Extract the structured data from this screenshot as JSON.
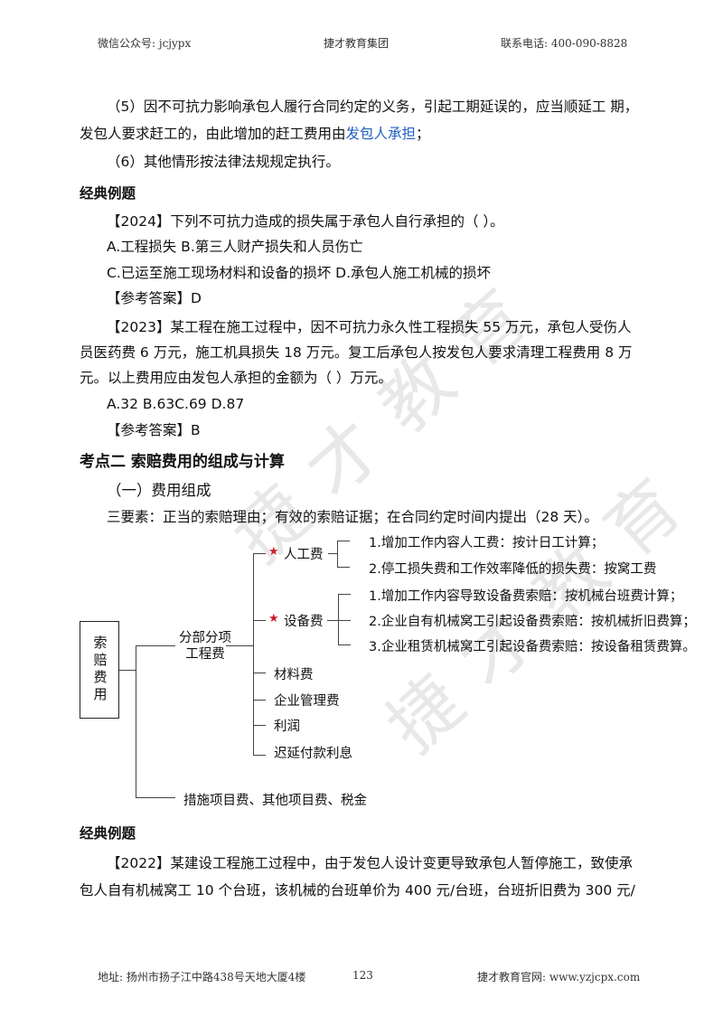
{
  "header": {
    "left": "微信公众号: jcjypx",
    "center": "捷才教育集团",
    "right": "联系电话: 400-090-8828"
  },
  "content": {
    "item5_line1": "（5）因不可抗力影响承包人履行合同约定的义务，引起工期延误的，应当顺延工 期，",
    "item5_line2_a": "发包人要求赶工的，由此增加的赶工费用由",
    "item5_line2_link": "发包人承担",
    "item5_line2_b": "；",
    "item6": "（6）其他情形按法律法规规定执行。",
    "example_heading_1": "经典例题",
    "q2024": "【2024】下列不可抗力造成的损失属于承包人自行承担的（ ）。",
    "q2024_opt_ab": "A.工程损失  B.第三人财产损失和人员伤亡",
    "q2024_opt_cd": "C.已运至施工现场材料和设备的损坏  D.承包人施工机械的损坏",
    "q2024_answer": "【参考答案】D",
    "q2023_line1": "【2023】某工程在施工过程中，因不可抗力永久性工程损失 55 万元，承包人受伤人",
    "q2023_line2": "员医药费 6 万元，施工机具损失 18 万元。复工后承包人按发包人要求清理工程费用 8 万",
    "q2023_line3": "元。以上费用应由发包人承担的金额为（   ）万元。",
    "q2023_options": "A.32 B.63C.69 D.87",
    "q2023_answer": "【参考答案】B",
    "section_title": "考点二  索赔费用的组成与计算",
    "subsection": "（一）费用组成",
    "three_elements": "三要素：正当的索赔理由；有效的索赔证据；在合同约定时间内提出（28 天）。",
    "example_heading_2": "经典例题",
    "q2022_line1": "【2022】某建设工程施工过程中，由于发包人设计变更导致承包人暂停施工，致使承",
    "q2022_line2": "包人自有机械窝工 10 个台班，该机械的台班单价为 400 元/台班，台班折旧费为 300 元/"
  },
  "diagram": {
    "root": "索赔费用",
    "branch_main": "分部分项\n工程费",
    "labor_label": "人工费",
    "labor_items": [
      "1.增加工作内容人工费：按计日工计算；",
      "2.停工损失费和工作效率降低的损失费：按窝工费"
    ],
    "equipment_label": "设备费",
    "equipment_items": [
      "1.增加工作内容导致设备费索赔：按机械台班费计算；",
      "2.企业自有机械窝工引起设备费索赔：按机械折旧费算；",
      "3.企业租赁机械窝工引起设备费索赔：按设备租赁费算。"
    ],
    "other_items": [
      "材料费",
      "企业管理费",
      "利润",
      "迟延付款利息"
    ],
    "branch_bottom": "措施项目费、其他项目费、税金",
    "star_icon_color": "#cc1e28"
  },
  "watermark": "捷才教育",
  "footer": {
    "address": "地址: 扬州市扬子江中路438号天地大厦4楼",
    "page": "123",
    "website": "捷才教育官网: www.yzjcpx.com"
  }
}
